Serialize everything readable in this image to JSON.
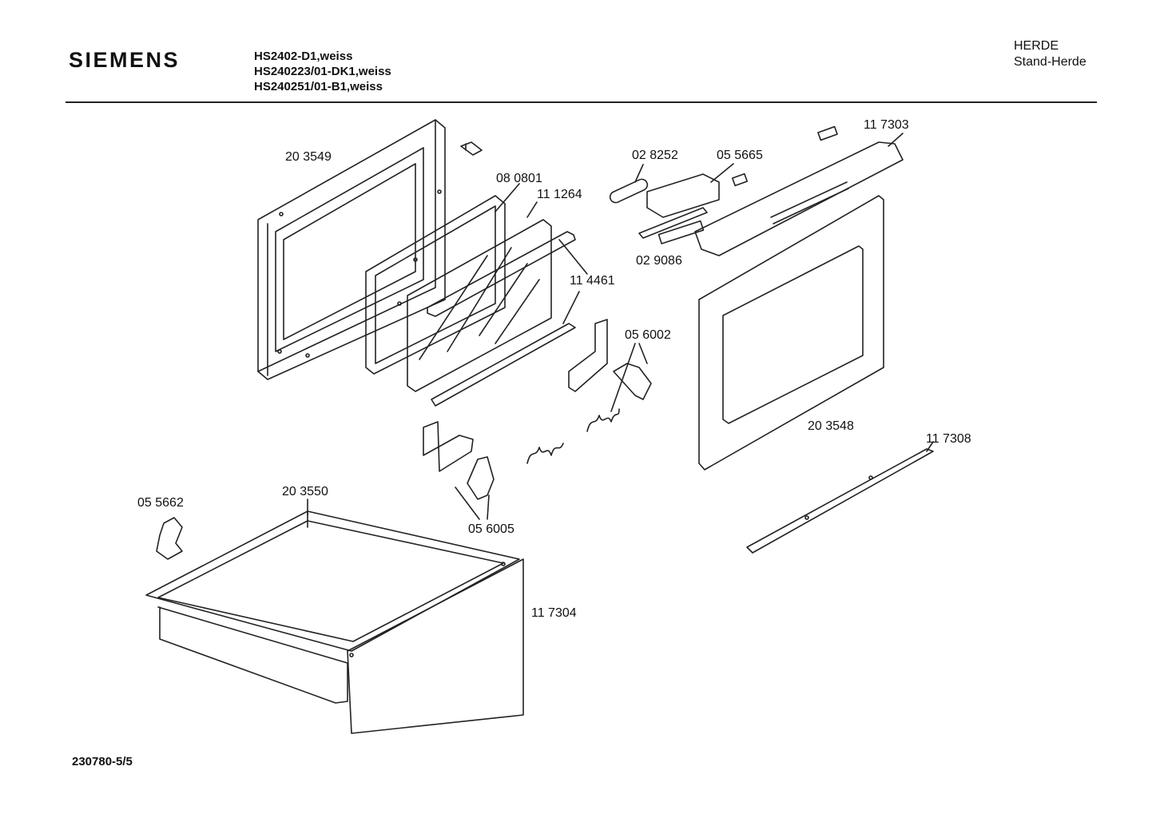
{
  "header": {
    "brand": "SIEMENS",
    "models": [
      "HS2402-D1,weiss",
      "HS240223/01-DK1,weiss",
      "HS240251/01-B1,weiss"
    ],
    "category": "HERDE",
    "subcategory": "Stand-Herde"
  },
  "parts": {
    "p203549": "20 3549",
    "p080801": "08 0801",
    "p111264": "11 1264",
    "p114461": "11 4461",
    "p028252": "02 8252",
    "p055665": "05 5665",
    "p117303": "11 7303",
    "p029086": "02 9086",
    "p056002": "05 6002",
    "p203548": "20 3548",
    "p117308": "11 7308",
    "p055662": "05 5662",
    "p203550": "20 3550",
    "p056005": "05 6005",
    "p117304": "11 7304"
  },
  "footer": {
    "doc_number": "230780-5/5"
  }
}
